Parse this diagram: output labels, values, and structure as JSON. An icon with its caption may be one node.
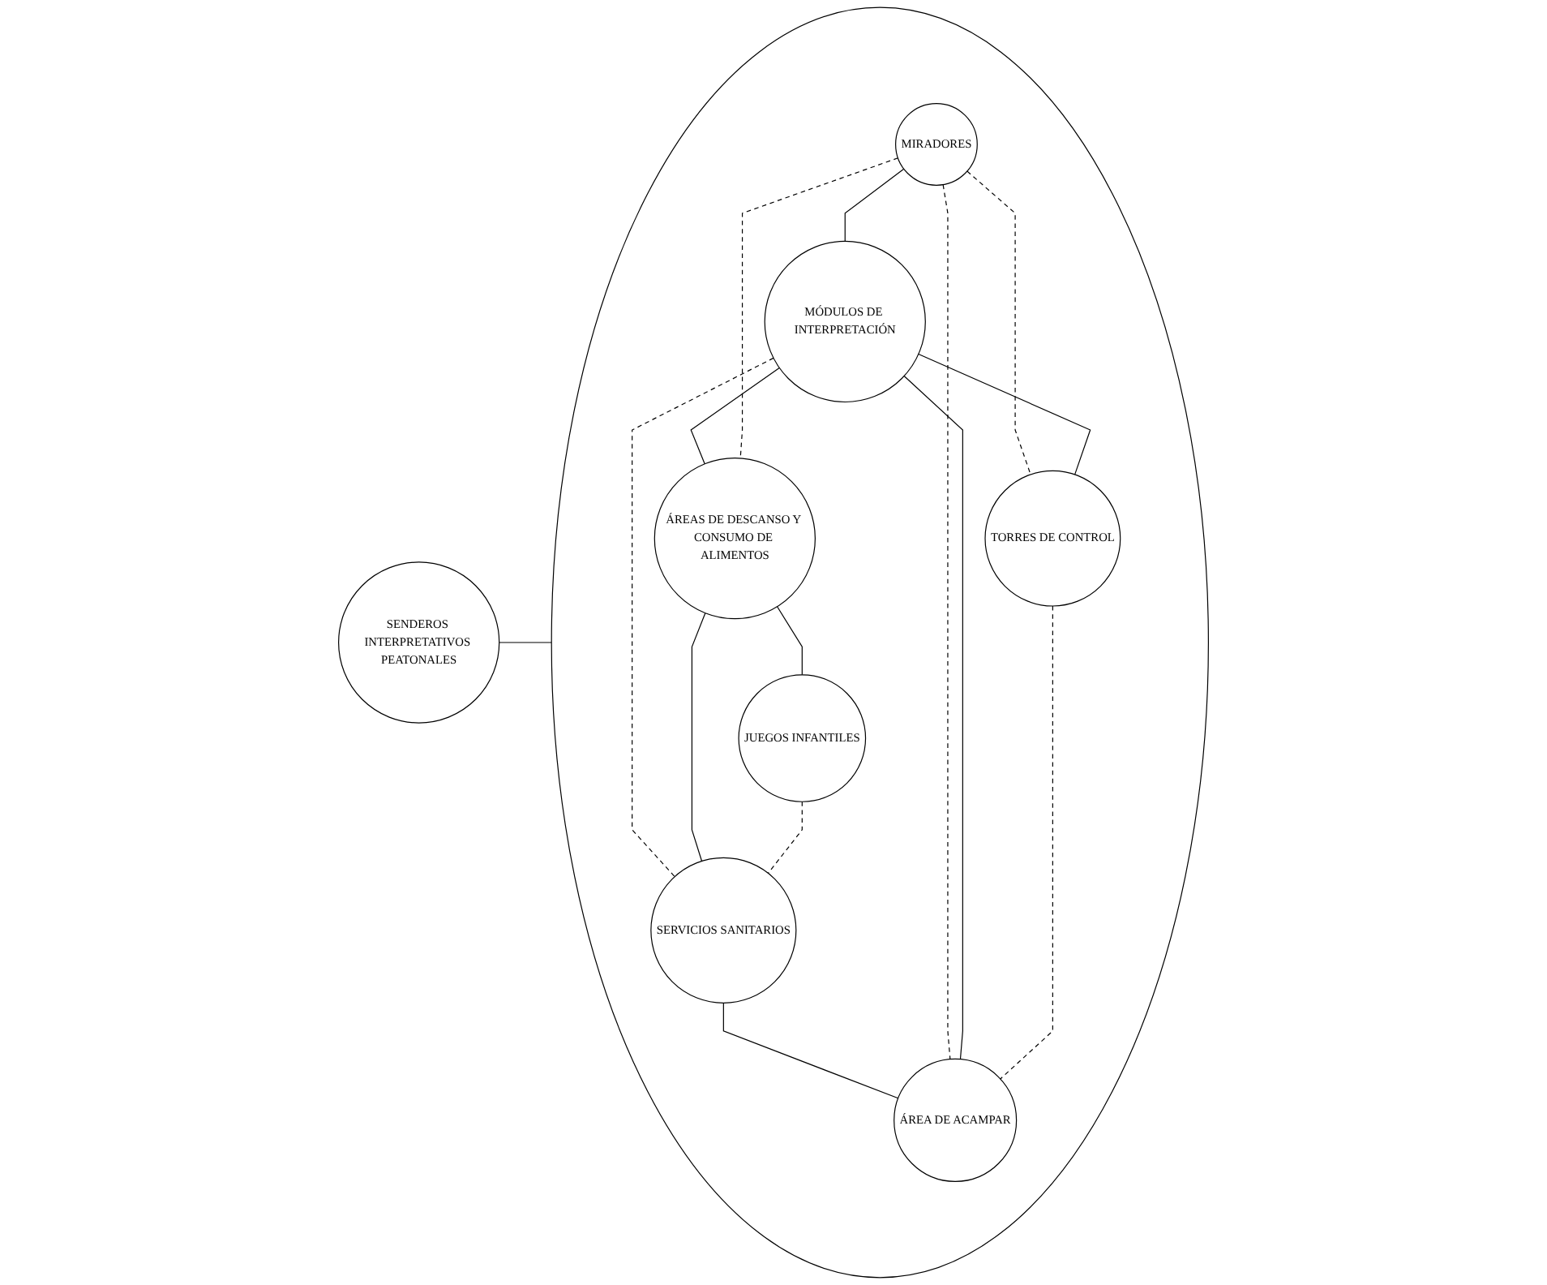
{
  "diagram": {
    "nodes": [
      {
        "text": [
          "SENDEROS INTERPRETATIVOS PEATONALES"
        ]
      },
      {
        "text": [],
        "shape": "circle"
      },
      {
        "text": [
          "MIRADORES"
        ],
        "in": 1
      },
      {
        "text": [
          "MÓDULOS DE INTERPRETACIÓN"
        ],
        "in": 1
      },
      {
        "text": [
          "ÁREAS DE DESCANSO Y CONSUMO DE ALIMENTOS"
        ],
        "in": 1
      },
      {
        "text": [
          "TORRES DE CONTROL"
        ],
        "in": 1
      },
      {
        "text": [
          "JUEGOS INFANTILES"
        ],
        "in": 1
      },
      {
        "text": [
          "SERVICIOS SANITARIOS"
        ],
        "in": 1
      },
      {
        "text": [
          "ÁREA DE ACAMPAR"
        ],
        "in": 1
      }
    ],
    "edges": [
      {
        "from": 0,
        "to": 1,
        "arrow": "none"
      },
      {
        "from": 2,
        "to": 3,
        "arrow": "none"
      },
      {
        "from": 3,
        "to": 4,
        "arrow": "none"
      },
      {
        "from": 4,
        "to": 6,
        "arrow": "none"
      },
      {
        "from": 7,
        "to": 8,
        "arrow": "none"
      },
      {
        "from": 2,
        "to": 5,
        "arrow": "none",
        "style": "dashed"
      },
      {
        "from": 3,
        "to": 5,
        "arrow": "none"
      },
      {
        "from": 2,
        "to": 4,
        "arrow": "none",
        "style": "dashed"
      },
      {
        "from": 2,
        "to": 8,
        "arrow": "none",
        "style": "dashed"
      },
      {
        "from": 3,
        "to": 8,
        "arrow": "none"
      },
      {
        "from": 3,
        "to": 7,
        "arrow": "none",
        "style": "dashed"
      },
      {
        "from": 5,
        "to": 8,
        "arrow": "none",
        "style": "dashed"
      },
      {
        "from": 4,
        "to": 7,
        "arrow": "none"
      },
      {
        "from": 6,
        "to": 7,
        "arrow": "none",
        "style": "dashed"
      }
    ]
  }
}
